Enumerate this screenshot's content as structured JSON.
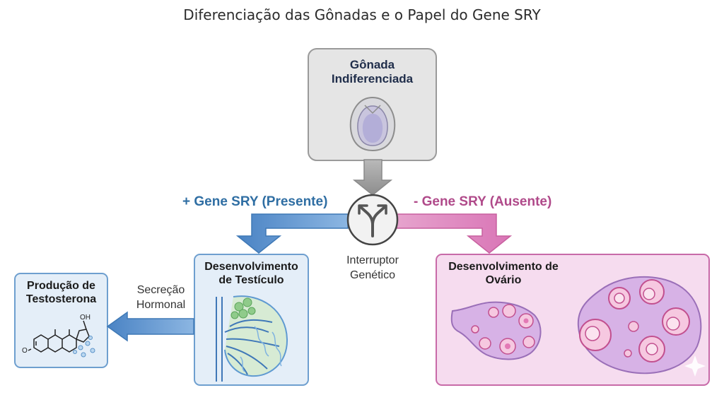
{
  "title": "Diferenciação das Gônadas e o Papel do Gene SRY",
  "nodes": {
    "indifferent": {
      "line1": "Gônada",
      "line2": "Indiferenciada"
    },
    "testis": {
      "line1": "Desenvolvimento",
      "line2": "de Testículo"
    },
    "ovary": {
      "line1": "Desenvolvimento de",
      "line2": "Ovário"
    },
    "testosterone": {
      "line1": "Produção de",
      "line2": "Testosterona"
    }
  },
  "switch": {
    "line1": "Interruptor",
    "line2": "Genético",
    "icon": "branching-arrows-icon"
  },
  "branches": {
    "present": "+ Gene SRY (Presente)",
    "absent": "- Gene SRY (Ausente)"
  },
  "secretion": {
    "line1": "Secreção",
    "line2": "Hormonal"
  },
  "molecule": {
    "oh_label": "OH",
    "o_label": "O"
  },
  "colors": {
    "blue_accent": "#2f6ea3",
    "pink_accent": "#b04a8a",
    "gray_box": "#e6e6e6",
    "blue_box": "#e4eef8",
    "pink_box": "#f6dcef"
  }
}
